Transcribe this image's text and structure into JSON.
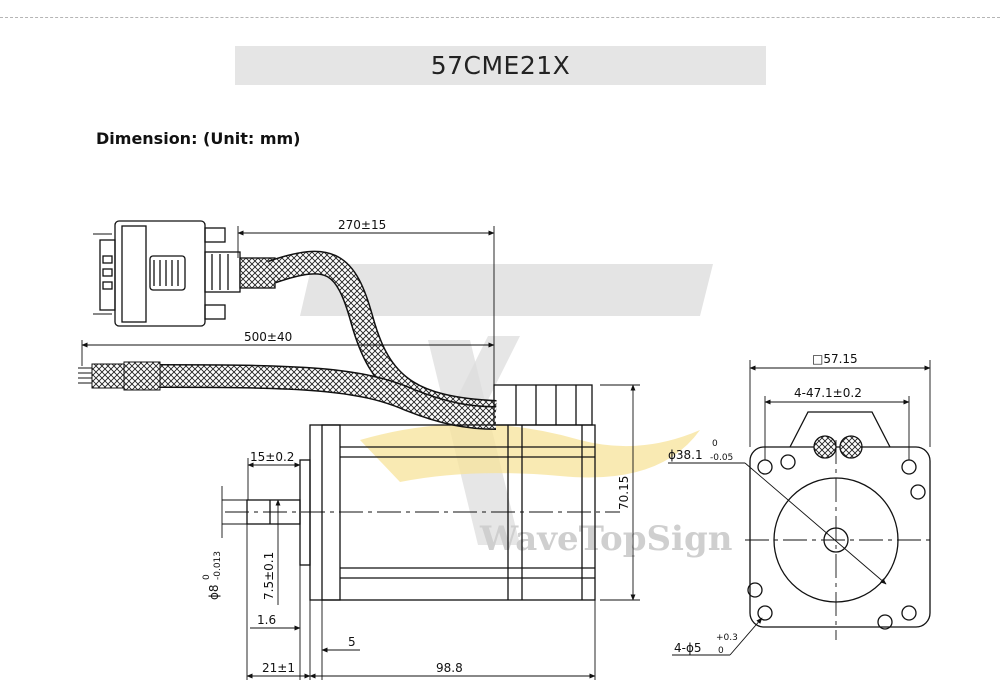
{
  "header": {
    "model_title": "57CME21X",
    "section_heading": "Dimension: (Unit: mm)"
  },
  "watermark": {
    "text": "WaveTopSign"
  },
  "side_view": {
    "labels": {
      "cable_length_encoder": "270±15",
      "cable_length_power": "500±40",
      "shaft_flat_length": "15±0.2",
      "shaft_diameter": "ϕ8",
      "shaft_diameter_tol_upper": "0",
      "shaft_diameter_tol_lower": "-0.013",
      "flat_depth": "7.5±0.1",
      "boss_thickness": "1.6",
      "flange_thickness": "5",
      "shaft_length": "21±1",
      "body_length": "98.8",
      "height": "70.15"
    }
  },
  "front_view": {
    "labels": {
      "square_size": "□57.15",
      "hole_spacing": "4-47.1±0.2",
      "pilot_diameter": "ϕ38.1",
      "pilot_tol_upper": "0",
      "pilot_tol_lower": "-0.05",
      "mount_holes": "4-ϕ5",
      "mount_tol_upper": "+0.3",
      "mount_tol_lower": "0"
    }
  },
  "colors": {
    "line": "#111111",
    "title_bar": "#e5e5e5",
    "watermark_gray": "#cfcfcf",
    "watermark_yellow": "#f7e39a"
  }
}
